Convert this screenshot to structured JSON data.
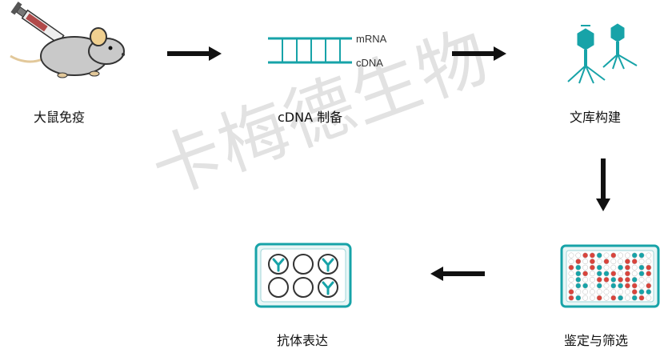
{
  "steps": {
    "immunization": "大鼠免疫",
    "cdna_prep": "cDNA 制备",
    "library": "文库构建",
    "screening": "鉴定与筛选",
    "expression": "抗体表达"
  },
  "dna_labels": {
    "mrna": "mRNA",
    "cdna": "cDNA"
  },
  "watermark": "卡梅德生物",
  "colors": {
    "teal": "#17a3a8",
    "red": "#d9443c",
    "arrow": "#111111",
    "mouse_body": "#c8c8c8"
  },
  "icons": {
    "mouse": "rat-with-syringe-icon",
    "dna": "double-strand-dna-icon",
    "phage": "phage-icon",
    "plate": "screening-plate-icon",
    "antibody_plate": "antibody-wells-icon"
  }
}
